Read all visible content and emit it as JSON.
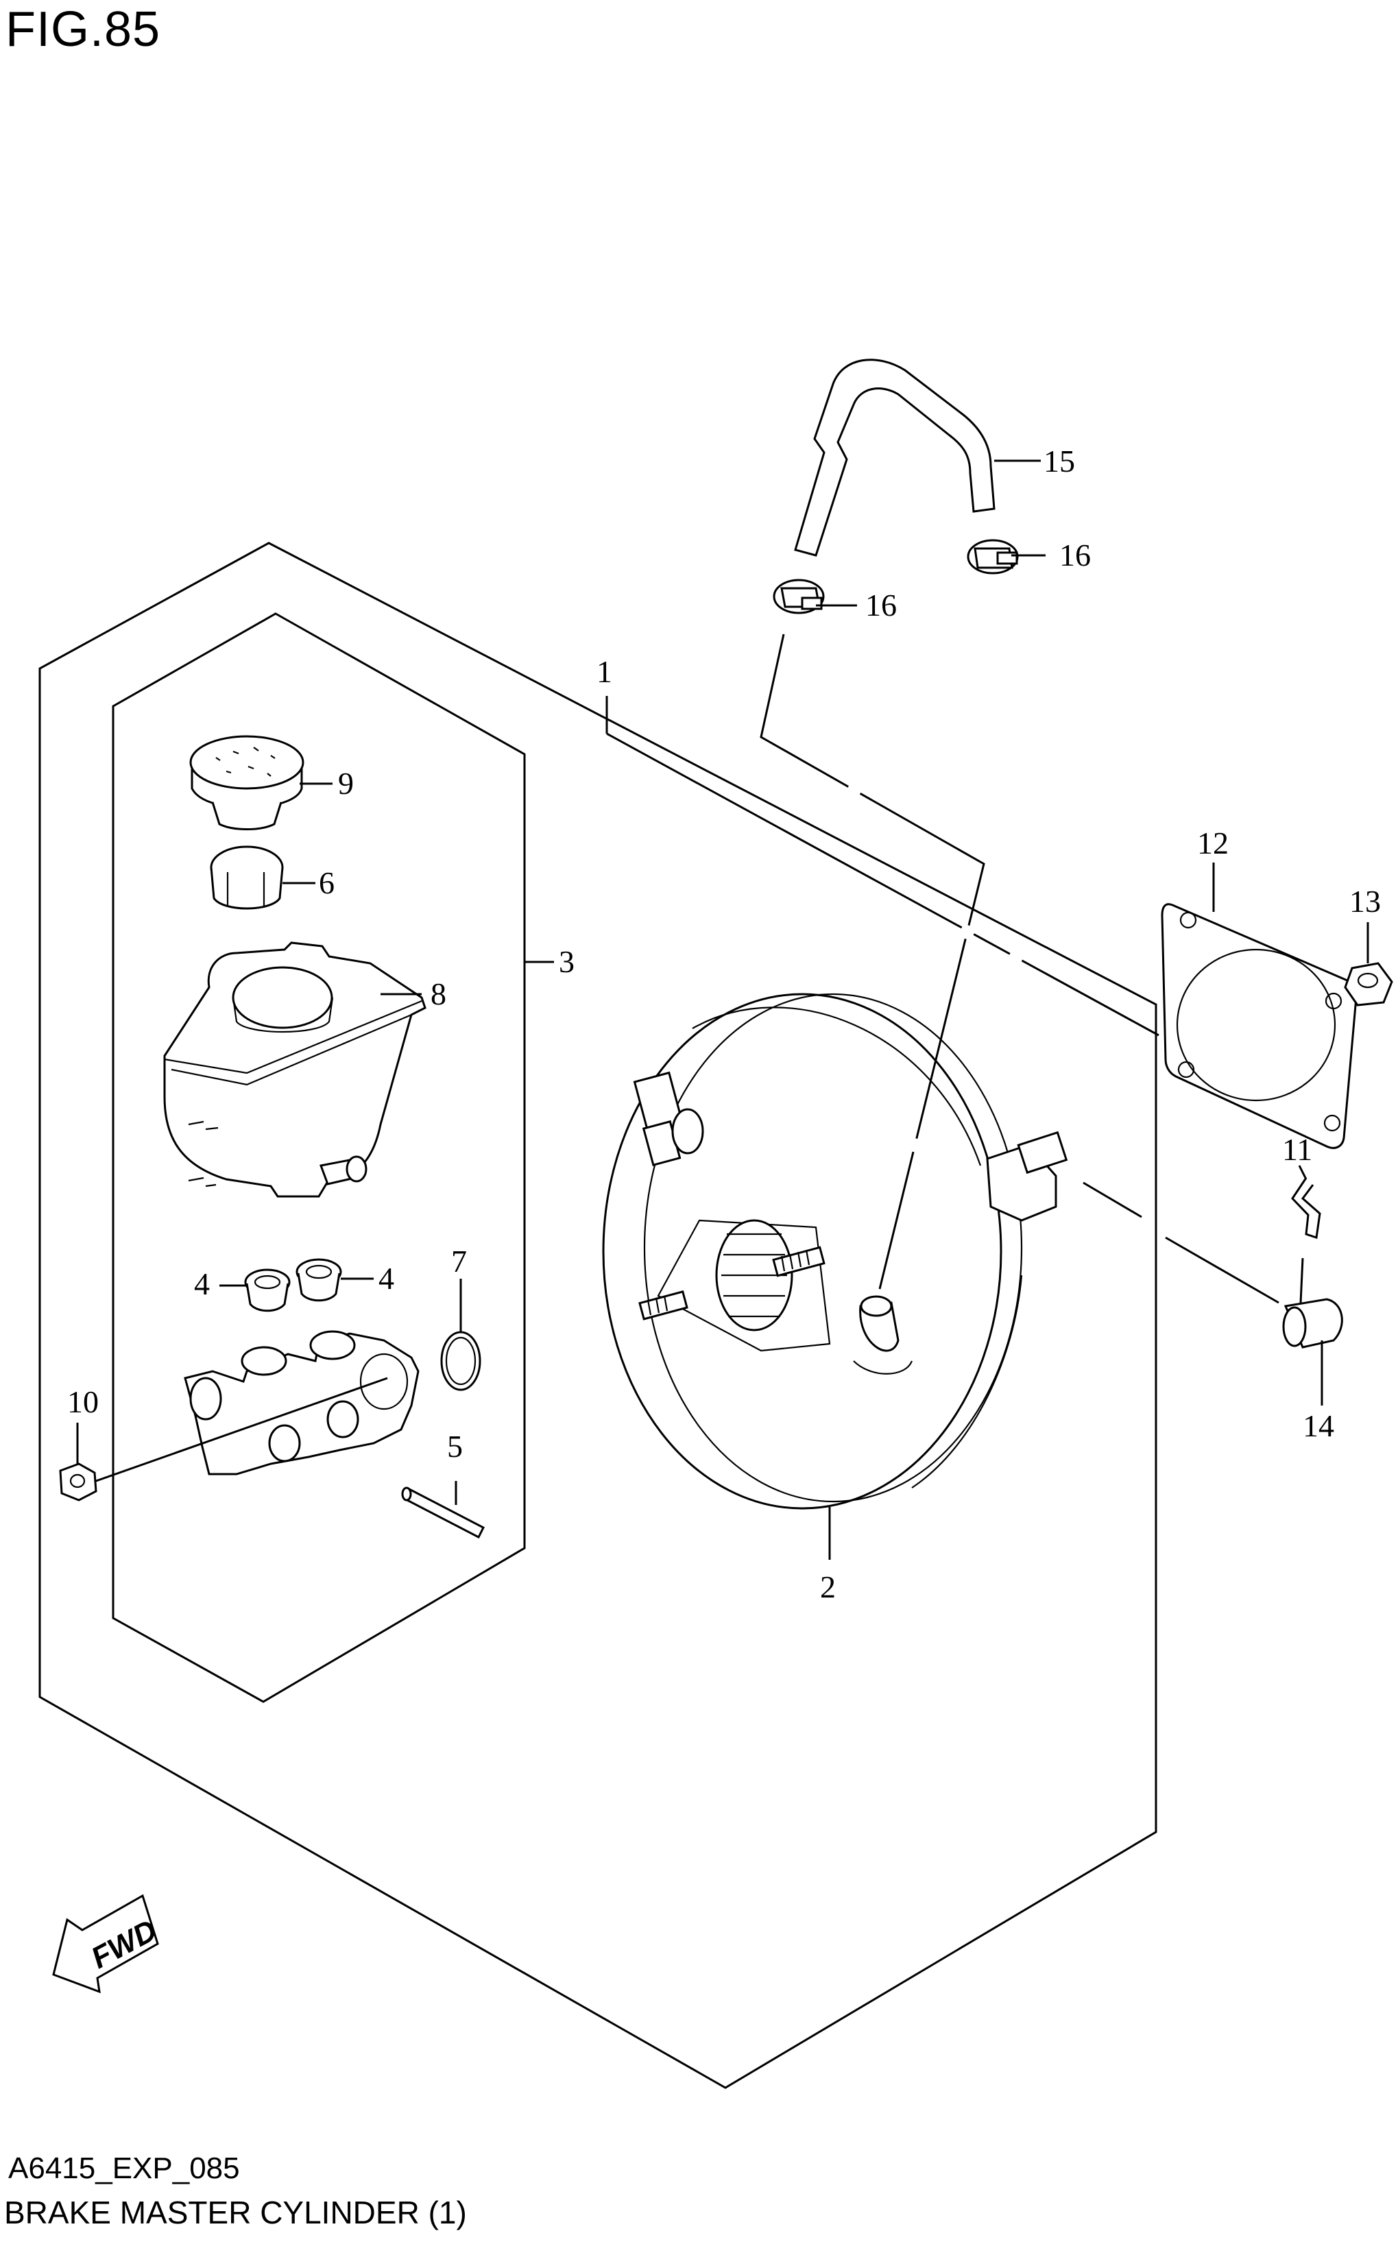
{
  "figure": {
    "title": "FIG.85",
    "code": "A6415_EXP_085",
    "caption": "BRAKE MASTER CYLINDER (1)",
    "fwd_label": "FWD"
  },
  "callouts": [
    "1",
    "2",
    "3",
    "4",
    "4",
    "5",
    "6",
    "7",
    "8",
    "9",
    "10",
    "11",
    "12",
    "13",
    "14",
    "15",
    "16",
    "16"
  ]
}
